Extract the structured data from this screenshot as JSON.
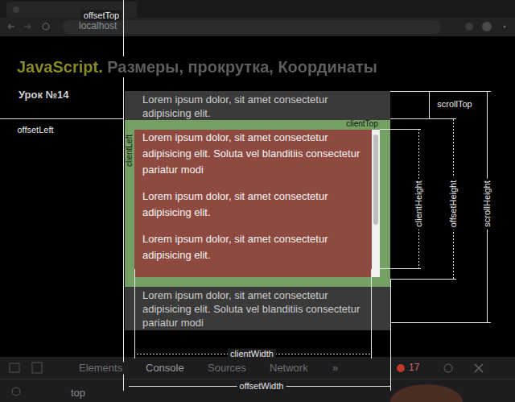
{
  "diagram": {
    "title": "JavaScript. Размеры, прокрутка, Координаты",
    "nodes": [
      {
        "text": [
          "Lorem ipsum dolor, sit amet consectetur adipisicing elit.",
          "Lorem ipsum dolor, sit amet consectetur adipisicing elit. Soluta vel blanditiis consectetur pariatur modi"
        ]
      },
      {
        "text": [
          "Lorem ipsum dolor, sit amet consectetur adipisicing elit. Soluta vel blanditiis consectetur pariatur modi",
          "Lorem ipsum dolor, sit amet consectetur adipisicing elit.",
          "Lorem ipsum dolor, sit amet consectetur adipisicing elit."
        ],
        "in": 0
      }
    ],
    "labels": [
      "localhost",
      "Урок №14",
      "offsetTop",
      "offsetLeft",
      "clientTop",
      "clientLeft",
      "scrollTop",
      "clientHeight",
      "offsetHeight",
      "scrollHeight",
      "clientWidth",
      "offsetWidth",
      "Elements",
      "Console",
      "Sources",
      "Network",
      "»",
      "17",
      "top"
    ]
  }
}
